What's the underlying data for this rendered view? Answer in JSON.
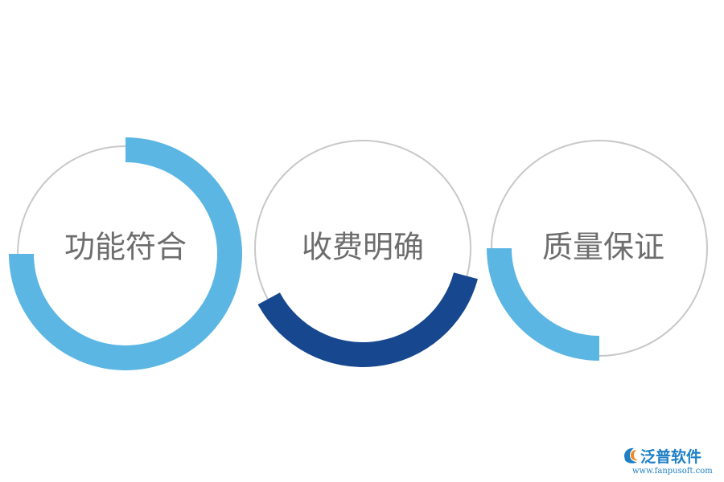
{
  "items": [
    {
      "label": "功能符合",
      "fraction": 0.75,
      "color": "#5bb6e3"
    },
    {
      "label": "收费明确",
      "fraction": 0.38,
      "color": "#17488f"
    },
    {
      "label": "质量保证",
      "fraction": 0.25,
      "color": "#5bb6e3"
    }
  ],
  "brand": {
    "name": "泛普软件",
    "url": "www.fanpusoft.com",
    "icon": "fanpu-logo-icon",
    "colors": {
      "primary": "#1e7fc4",
      "accent": "#f08a24"
    }
  },
  "colors": {
    "track": "#c8c8c8",
    "label": "#6d6d6d"
  }
}
